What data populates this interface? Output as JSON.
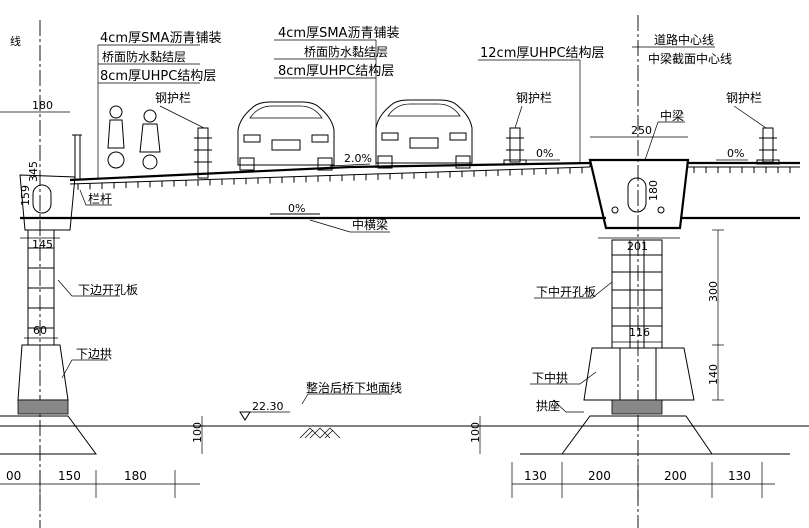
{
  "layers": {
    "sma": "4cm厚SMA沥青铺装",
    "waterproof": "桥面防水黏结层",
    "uhpc8": "8cm厚UHPC结构层",
    "uhpc12": "12cm厚UHPC结构层"
  },
  "labels": {
    "top_left_fragment": "线",
    "road_center": "道路中心线",
    "mid_girder_center": "中梁截面中心线",
    "steel_rail": "钢护栏",
    "mid_girder": "中梁",
    "railing": "栏杆",
    "mid_cross_beam": "中横梁",
    "lower_side_plate": "下边开孔板",
    "lower_mid_plate": "下中开孔板",
    "lower_side_arch": "下边拱",
    "lower_mid_arch": "下中拱",
    "ground_line": "整治后桥下地面线",
    "arch_seat": "拱座"
  },
  "slopes": {
    "deck_left": "2.0%",
    "deck_right": "0%",
    "deck_far_right": "0%",
    "cross_beam": "0%"
  },
  "elevation": "22.30",
  "dims": {
    "d180_top": "180",
    "d345": "345",
    "d159": "159",
    "d145": "145",
    "d60": "60",
    "d250": "250",
    "d180_mid": "180",
    "d201": "201",
    "d116": "116",
    "d300": "300",
    "d140": "140",
    "d100_left": "100",
    "d100_right": "100",
    "bottom_left": [
      "00",
      "150",
      "180"
    ],
    "bottom_right": [
      "130",
      "200",
      "200",
      "130"
    ]
  }
}
